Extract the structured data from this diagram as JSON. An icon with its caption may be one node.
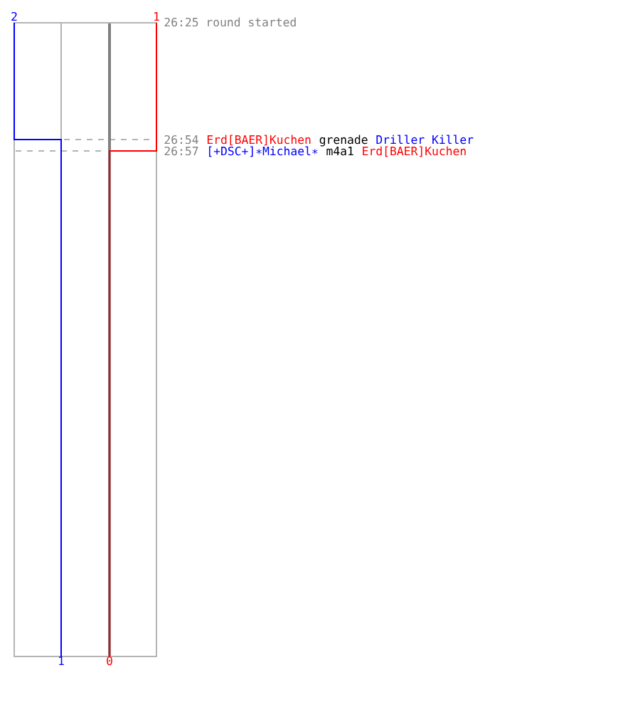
{
  "diagram": {
    "labels": [
      "2",
      "1",
      "26:25 round started",
      "26:54",
      "Erd[BAER]Kuchen",
      "grenade",
      "Driller Killer",
      "26:57",
      "[+DSC+]∗Michael∗",
      "m4a1",
      "Erd[BAER]Kuchen",
      "1",
      "0"
    ]
  }
}
